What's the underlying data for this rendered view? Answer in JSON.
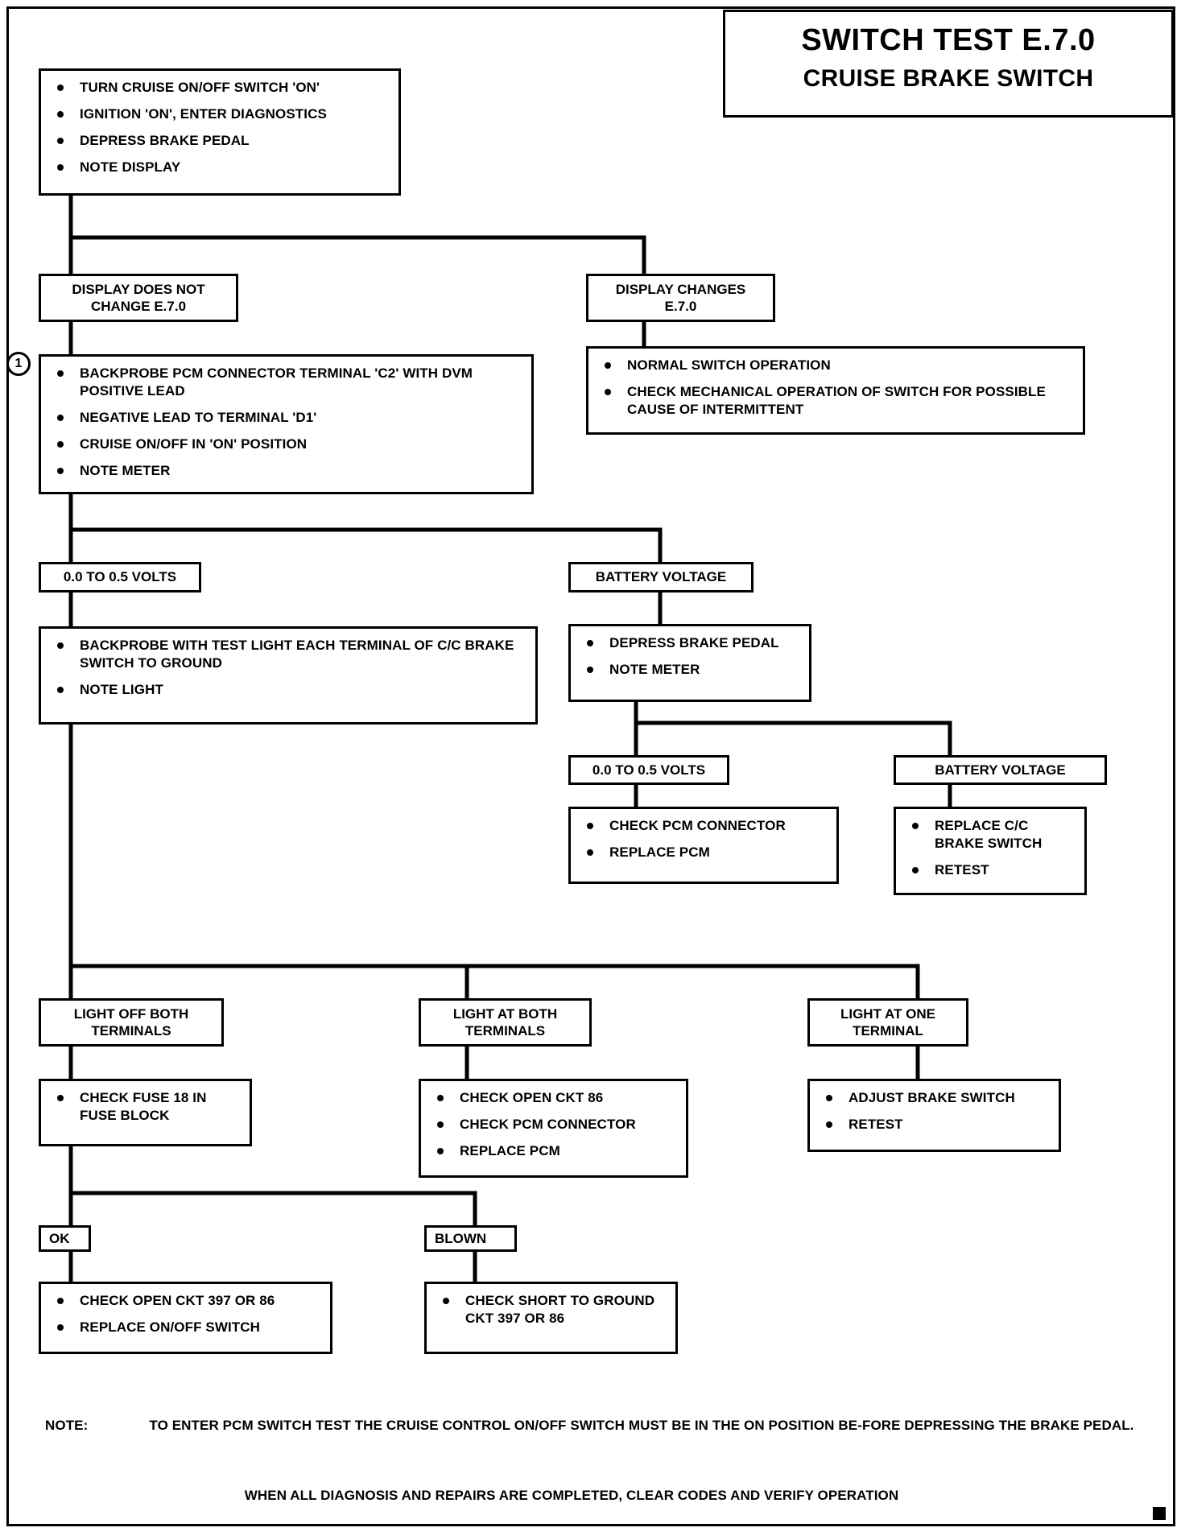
{
  "page": {
    "title_main": "SWITCH TEST E.7.0",
    "title_sub": "CRUISE BRAKE SWITCH"
  },
  "nodes": {
    "start": {
      "items": [
        "TURN CRUISE ON/OFF SWITCH 'ON'",
        "IGNITION 'ON', ENTER DIAGNOSTICS",
        "DEPRESS BRAKE PEDAL",
        " NOTE DISPLAY"
      ]
    },
    "display_no_change": {
      "line1": "DISPLAY DOES NOT",
      "line2": "CHANGE E.7.0"
    },
    "display_changes": {
      "line1": "DISPLAY CHANGES",
      "line2": "E.7.0"
    },
    "ref_marker_1": "1",
    "backprobe_pcm": {
      "items": [
        "BACKPROBE PCM CONNECTOR TERMINAL 'C2' WITH DVM POSITIVE LEAD",
        "NEGATIVE LEAD TO TERMINAL 'D1'",
        "CRUISE ON/OFF IN 'ON' POSITION",
        "NOTE  METER"
      ]
    },
    "normal_switch": {
      "items": [
        "NORMAL SWITCH OPERATION",
        "CHECK MECHANICAL OPERATION OF SWITCH FOR POSSIBLE CAUSE OF INTERMITTENT"
      ]
    },
    "volts_low_left": {
      "label": "0.0 TO 0.5 VOLTS"
    },
    "battery_voltage_mid": {
      "label": "BATTERY VOLTAGE"
    },
    "backprobe_testlight": {
      "items": [
        "BACKPROBE WITH TEST LIGHT EACH TERMINAL OF C/C BRAKE SWITCH TO GROUND",
        "NOTE LIGHT"
      ]
    },
    "depress_brake": {
      "items": [
        "DEPRESS BRAKE PEDAL",
        "NOTE  METER"
      ]
    },
    "volts_low_mid": {
      "label": "0.0 TO 0.5 VOLTS"
    },
    "battery_voltage_right": {
      "label": "BATTERY VOLTAGE"
    },
    "check_pcm_replace": {
      "items": [
        "CHECK PCM CONNECTOR",
        "REPLACE PCM"
      ]
    },
    "replace_cc_switch": {
      "items": [
        "REPLACE C/C BRAKE SWITCH",
        "RETEST"
      ]
    },
    "light_off_both": {
      "line1": "LIGHT OFF BOTH",
      "line2": "TERMINALS"
    },
    "light_at_both": {
      "line1": "LIGHT AT BOTH",
      "line2": "TERMINALS"
    },
    "light_at_one": {
      "line1": "LIGHT AT ONE",
      "line2": "TERMINAL"
    },
    "check_fuse": {
      "items": [
        "CHECK FUSE 18 IN FUSE BLOCK"
      ]
    },
    "check_open_ckt86": {
      "items": [
        "CHECK OPEN CKT 86",
        "CHECK PCM CONNECTOR",
        "REPLACE PCM"
      ]
    },
    "adjust_brake": {
      "items": [
        "ADJUST BRAKE SWITCH",
        "RETEST"
      ]
    },
    "fuse_ok": {
      "label": "OK"
    },
    "fuse_blown": {
      "label": "BLOWN"
    },
    "check_open_397": {
      "items": [
        "CHECK OPEN CKT 397 OR 86",
        "REPLACE ON/OFF SWITCH"
      ]
    },
    "check_short_397": {
      "items": [
        "CHECK SHORT TO GROUND CKT 397 OR 86"
      ]
    }
  },
  "footer": {
    "note_label": "NOTE:",
    "note_text": "TO ENTER PCM SWITCH TEST THE CRUISE CONTROL ON/OFF SWITCH MUST BE IN THE ON POSITION BE-FORE DEPRESSING THE BRAKE PEDAL.",
    "closing_line": "WHEN ALL DIAGNOSIS AND REPAIRS ARE COMPLETED, CLEAR CODES AND VERIFY OPERATION"
  }
}
